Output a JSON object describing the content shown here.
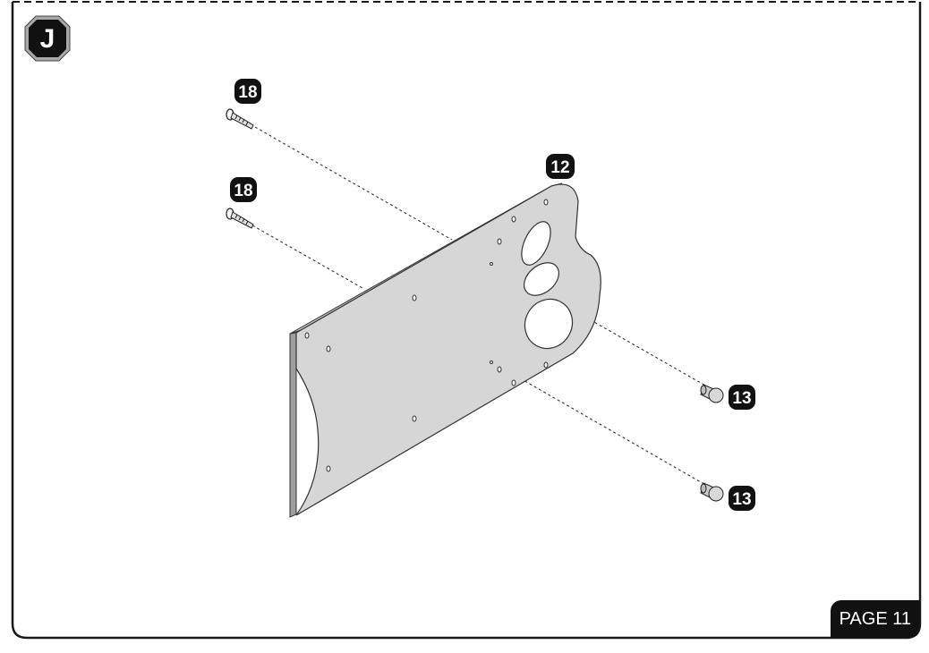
{
  "step": {
    "letter": "J"
  },
  "parts": {
    "screw_top": "18",
    "screw_bottom": "18",
    "panel": "12",
    "dowel_top": "13",
    "dowel_bottom": "13"
  },
  "footer": {
    "page_label": "PAGE 11"
  },
  "colors": {
    "panel_fill": "#d6d6d6",
    "badge_fill": "#111111",
    "frame_stroke": "#1a1a1a"
  }
}
